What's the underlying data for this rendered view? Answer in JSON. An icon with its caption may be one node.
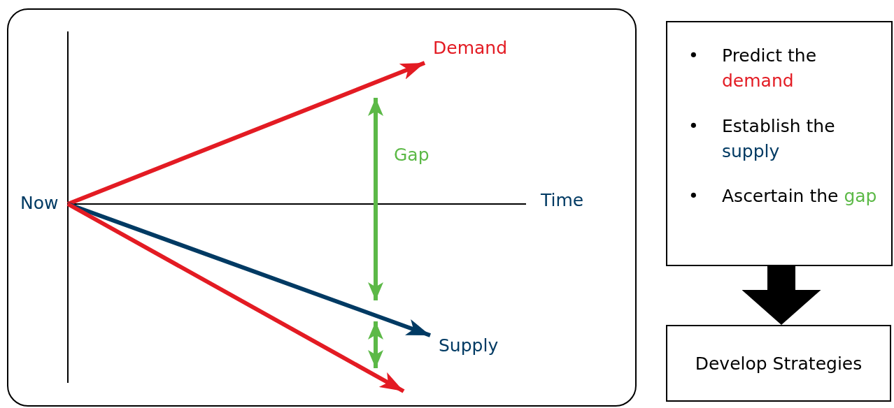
{
  "diagram": {
    "nodes": [
      {
        "text": [],
        "shape": "box"
      },
      {
        "text": [
          "Now"
        ],
        "in": 0
      },
      {
        "text": [
          "Demand"
        ],
        "in": 0
      },
      {
        "text": [
          "Supply"
        ],
        "in": 0
      },
      {
        "text": [
          "• Predict the demand",
          "• Establish the supply",
          "• Ascertain the gap"
        ]
      },
      {
        "text": [
          "Develop Strategies"
        ]
      }
    ],
    "edges": [
      {
        "from": 1,
        "to": 2,
        "arrow": "to",
        "color": "#e31b23"
      },
      {
        "from": 1,
        "to": 3,
        "arrow": "to",
        "color": "#003a63"
      },
      {
        "from": 1,
        "to": null,
        "arrow": "to",
        "color": "#e31b23"
      },
      {
        "from": 4,
        "to": 5,
        "arrow": "to",
        "style": "thick",
        "color": "#000000"
      }
    ],
    "labels": [
      "Gap",
      "Time"
    ]
  }
}
